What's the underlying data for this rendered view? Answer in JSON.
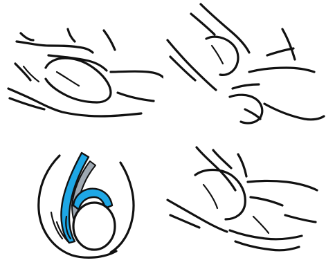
{
  "colors": {
    "background": "#ffffff",
    "outline": "#111111",
    "accent": "#1ea7e6"
  },
  "panels": [
    {
      "name": "panel-top-left",
      "subject": "hands-cupping"
    },
    {
      "name": "panel-top-right",
      "subject": "fingers-palpating"
    },
    {
      "name": "panel-bottom-left",
      "subject": "anatomical-cross-section"
    },
    {
      "name": "panel-bottom-right",
      "subject": "hand-examining"
    }
  ]
}
